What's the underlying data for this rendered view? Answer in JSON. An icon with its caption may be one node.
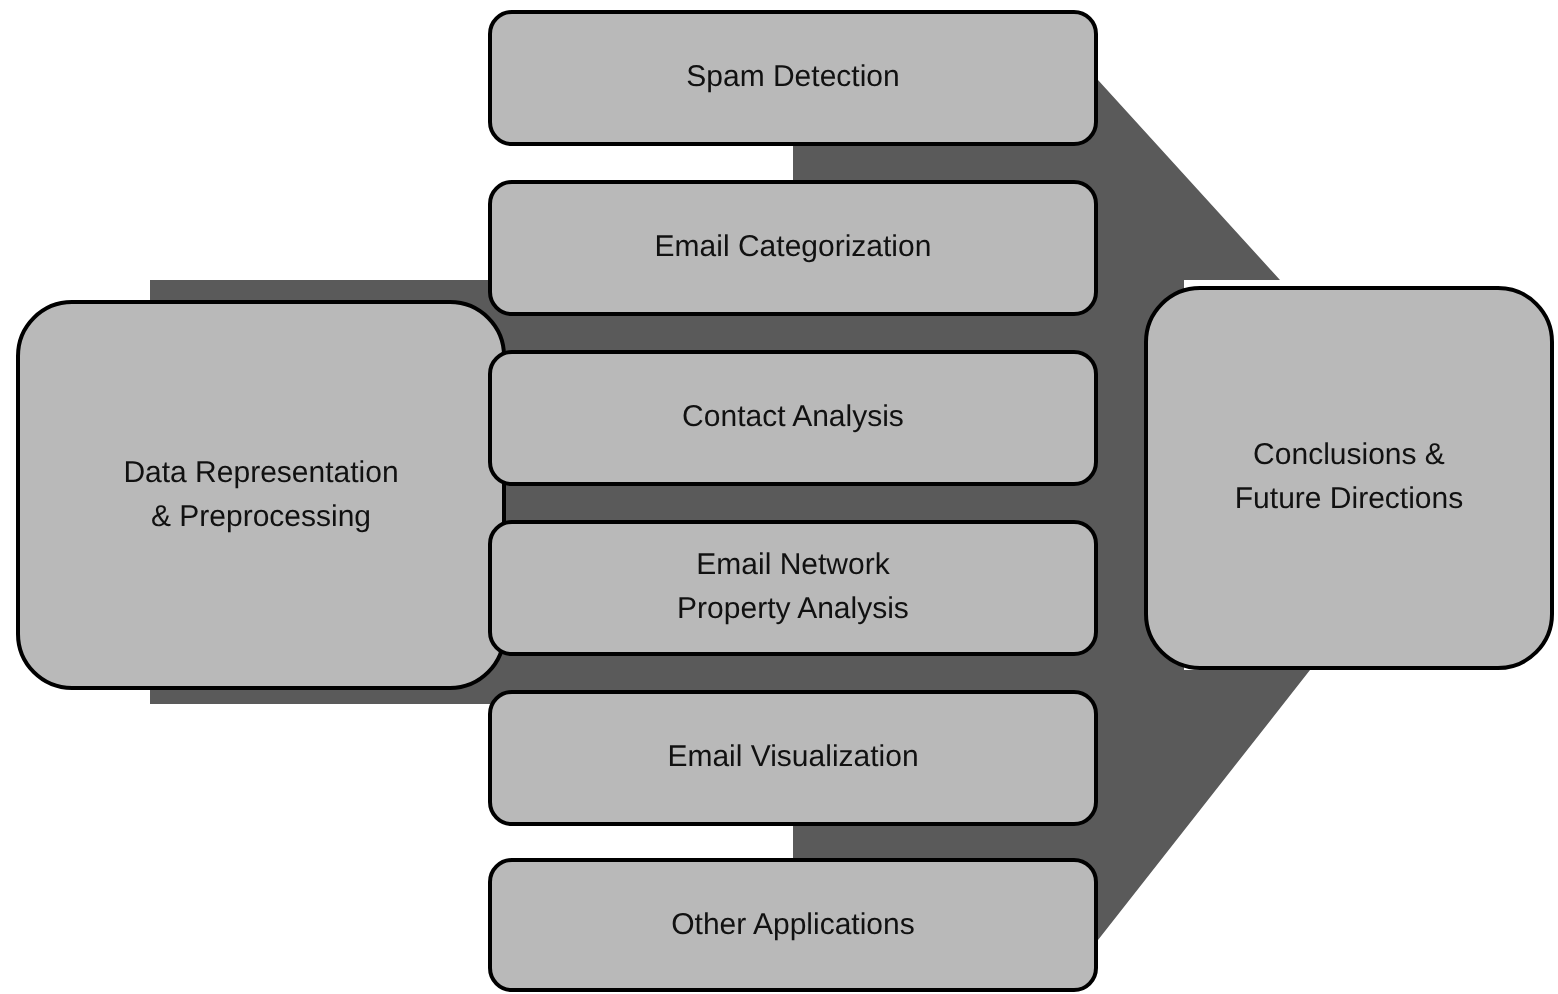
{
  "diagram": {
    "nodes": [
      {
        "text": [
          "Data Representation & Preprocessing"
        ]
      },
      {
        "text": [
          "Spam Detection"
        ]
      },
      {
        "text": [
          "Email Categorization"
        ]
      },
      {
        "text": [
          "Contact Analysis"
        ]
      },
      {
        "text": [
          "Email Network Property Analysis"
        ]
      },
      {
        "text": [
          "Email Visualization"
        ]
      },
      {
        "text": [
          "Other Applications"
        ]
      },
      {
        "text": [
          "Conclusions & Future Directions"
        ]
      }
    ],
    "edges": [
      {
        "from": 0,
        "to": 3,
        "arrow": "none",
        "style": "thick"
      },
      {
        "from": 3,
        "to": 7,
        "arrow": "none",
        "style": "thick"
      }
    ]
  }
}
